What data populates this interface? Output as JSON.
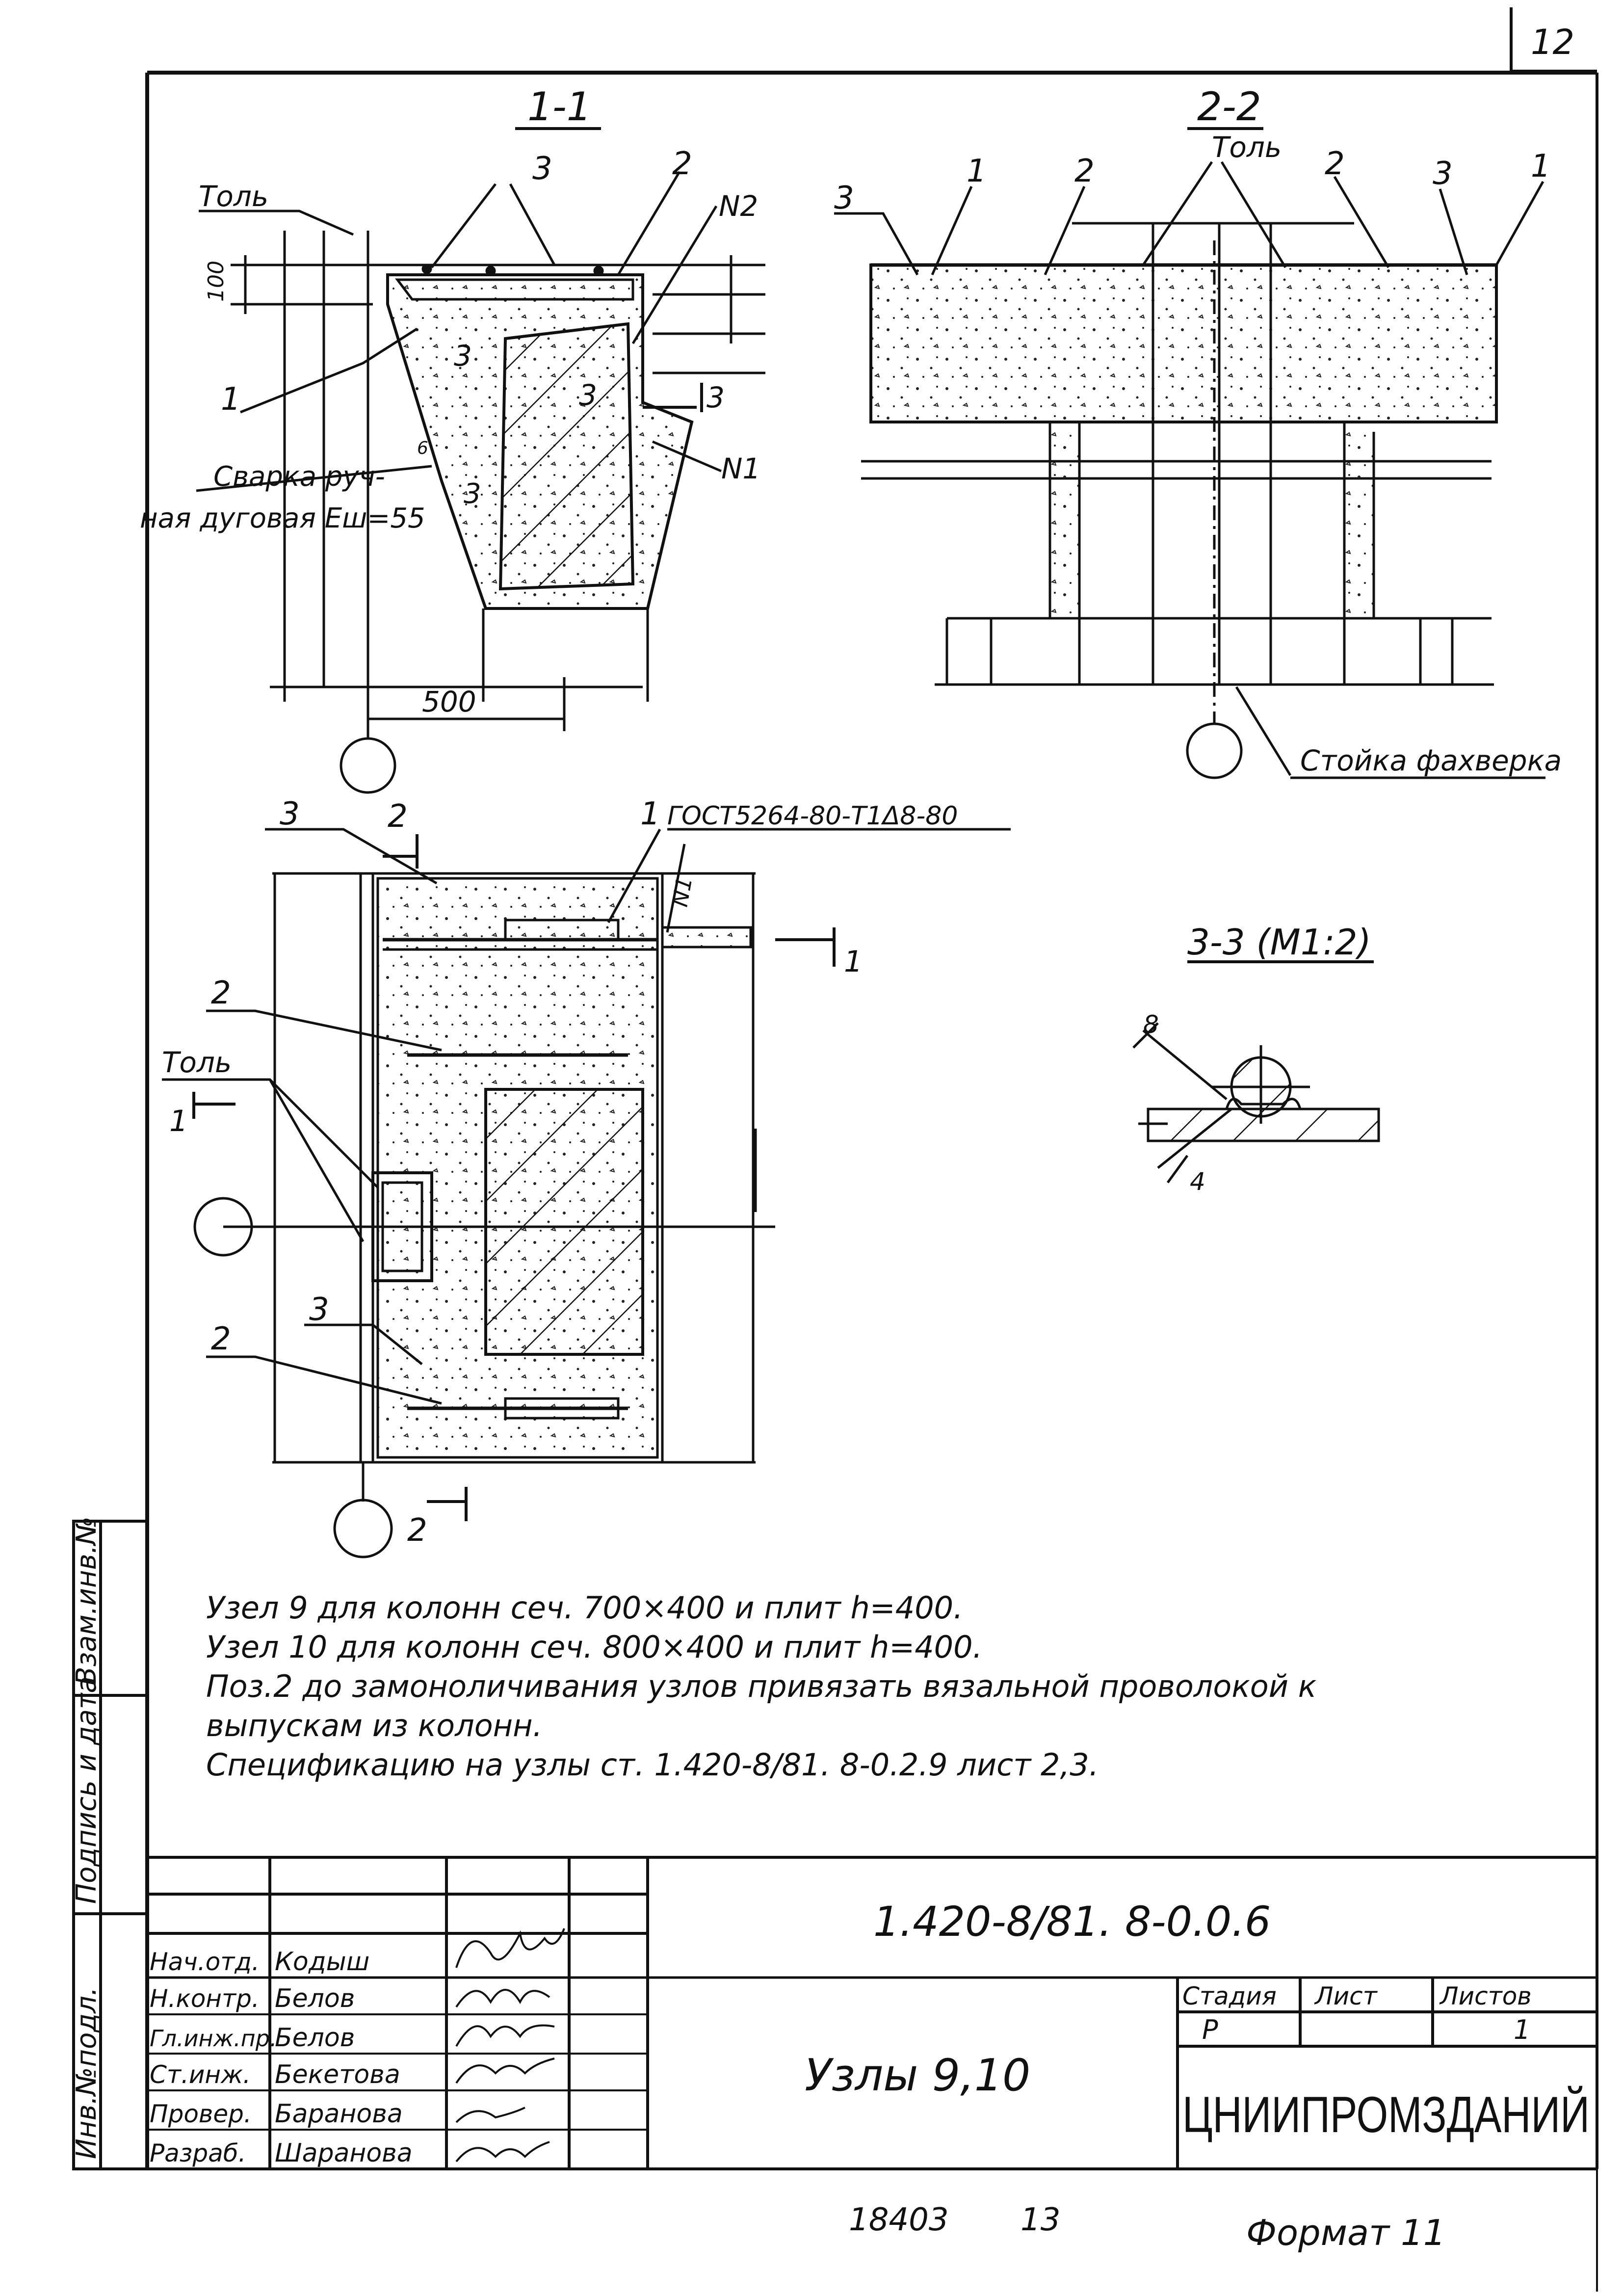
{
  "sheet_corner_number": "12",
  "views": {
    "section_1_1": {
      "title": "1-1",
      "labels": {
        "tol": "Толь",
        "pos3": "3",
        "pos2": "2",
        "n2": "N2",
        "dim100": "100",
        "pos1": "1",
        "sec3_left": "3",
        "sec3_mid": "3",
        "sec3_right": "3",
        "weld_line1": "Сварка руч-",
        "weld_line2": "ная дуговая Еш=55",
        "weld_leg": "3",
        "weld_small": "6",
        "n1": "N1",
        "dim500": "500"
      }
    },
    "section_2_2": {
      "title": "2-2",
      "labels": {
        "pos3_left": "3",
        "pos1_left": "1",
        "pos2_left": "2",
        "tol": "Толь",
        "pos2_right": "2",
        "pos3_right": "3",
        "pos1_right": "1",
        "callout": "Стойка фахверка"
      }
    },
    "plan": {
      "labels": {
        "pos3_top": "3",
        "sec2_top": "2",
        "pos1": "1",
        "gost": "ГОСТ5264-80-Т1Δ8-80",
        "n1": "N1",
        "sec1_right": "1",
        "pos2_top": "2",
        "tol": "Толь",
        "sec1_left": "1",
        "pos3_bottom": "3",
        "pos2_bottom": "2",
        "sec2_bottom": "2"
      }
    },
    "section_3_3": {
      "title": "3-3 (М1:2)",
      "labels": {
        "dim8": "8",
        "dim4": "4"
      }
    }
  },
  "notes": [
    "Узел 9 для колонн сеч. 700×400 и плит h=400.",
    "Узел 10 для колонн сеч. 800×400 и плит h=400.",
    "Поз.2 до замоноличивания узлов привязать вязальной проволокой к",
    "выпускам из колонн.",
    "Спецификацию на узлы  ст. 1.420-8/81. 8-0.2.9 лист  2,3."
  ],
  "left_margin": {
    "vzam": "Взам.инв.№",
    "podpis": "Подпись и дата",
    "inv": "Инв.№подл."
  },
  "title_block": {
    "designation": "1.420-8/81. 8-0.0.6",
    "drawing_title": "Узлы 9,10",
    "organization": "ЦНИИПРОМЗДАНИЙ",
    "stage_header": "Стадия",
    "sheet_header": "Лист",
    "sheets_header": "Листов",
    "stage_value": "Р",
    "sheet_value": "",
    "sheets_value": "1",
    "roles": [
      {
        "role": "Нач.отд.",
        "name": "Кодыш"
      },
      {
        "role": "Н.контр.",
        "name": "Белов"
      },
      {
        "role": "Гл.инж.пр.",
        "name": "Белов"
      },
      {
        "role": "Ст.инж.",
        "name": "Бекетова"
      },
      {
        "role": "Провер.",
        "name": "Баранова"
      },
      {
        "role": "Разраб.",
        "name": "Шаранова"
      }
    ]
  },
  "footer": {
    "number_left": "18403",
    "number_right": "13",
    "format": "Формат 11"
  }
}
